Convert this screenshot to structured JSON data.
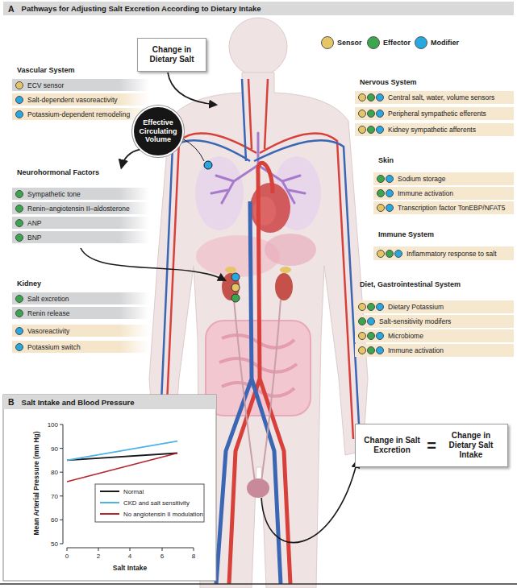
{
  "diagram": {
    "nodes": [
      {
        "text": [
          "A",
          "Pathways for Adjusting Salt Excretion According to Dietary Intake"
        ]
      },
      {
        "text": [
          "Change in Dietary Salt"
        ]
      },
      {
        "text": [
          "Vascular System"
        ]
      },
      {
        "text": [
          "ECV sensor"
        ],
        "in": 2
      },
      {
        "text": [
          "Salt-dependent vasoreactivity"
        ],
        "in": 2
      },
      {
        "text": [
          "Potassium-dependent remodeling"
        ],
        "in": 2
      },
      {
        "text": [
          "Effective Circulating Volume"
        ]
      },
      {
        "text": [
          "Neurohormonal Factors"
        ]
      },
      {
        "text": [
          "Sympathetic tone"
        ],
        "in": 7
      },
      {
        "text": [
          "Renin–angiotensin II–aldosterone"
        ],
        "in": 7
      },
      {
        "text": [
          "ANP"
        ],
        "in": 7
      },
      {
        "text": [
          "BNP"
        ],
        "in": 7
      },
      {
        "text": [
          "Kidney"
        ]
      },
      {
        "text": [
          "Salt excretion"
        ],
        "in": 12
      },
      {
        "text": [
          "Renin release"
        ],
        "in": 12
      },
      {
        "text": [
          "Vasoreactivity"
        ],
        "in": 12
      },
      {
        "text": [
          "Potassium switch"
        ],
        "in": 12
      },
      {
        "text": [
          "Nervous System"
        ]
      },
      {
        "text": [
          "Central salt, water, volume sensors"
        ],
        "in": 17
      },
      {
        "text": [
          "Peripheral sympathetic efferents"
        ],
        "in": 17
      },
      {
        "text": [
          "Kidney sympathetic afferents"
        ],
        "in": 17
      },
      {
        "text": [
          "Skin"
        ]
      },
      {
        "text": [
          "Sodium storage"
        ],
        "in": 21
      },
      {
        "text": [
          "Immune activation"
        ],
        "in": 21
      },
      {
        "text": [
          "Transcription factor TonEBP/NFAT5"
        ],
        "in": 21
      },
      {
        "text": [
          "Immune System"
        ]
      },
      {
        "text": [
          "Inflammatory response to salt"
        ],
        "in": 25
      },
      {
        "text": [
          "Diet, Gastrointestinal System"
        ]
      },
      {
        "text": [
          "Dietary Potassium"
        ],
        "in": 27
      },
      {
        "text": [
          "Salt-sensitivity modifers"
        ],
        "in": 27
      },
      {
        "text": [
          "Microbiome"
        ],
        "in": 27
      },
      {
        "text": [
          "Immune activation"
        ],
        "in": 27
      },
      {
        "text": [
          "Change in Salt Excretion",
          "=",
          "Change in Dietary Salt Intake"
        ]
      },
      {
        "text": [
          "B",
          "Salt Intake and Blood Pressure"
        ]
      }
    ],
    "edges": [
      {
        "from": 6,
        "to": 7,
        "arrow": "to"
      }
    ],
    "labels": [
      "100",
      "90",
      "80",
      "70",
      "60",
      "50",
      "0",
      "2",
      "4",
      "6",
      "8",
      "Mean Arterial Pressure (mm Hg)",
      "Salt Intake"
    ],
    "legend": [
      {
        "text": "Sensor",
        "color": "#e6c566"
      },
      {
        "text": "Effector",
        "color": "#3ca64f"
      },
      {
        "text": "Modifier",
        "color": "#29a8e0"
      },
      {
        "text": "Normal"
      },
      {
        "text": "CKD and salt sensitivity"
      },
      {
        "text": "No angiotensin II modulation"
      }
    ]
  }
}
